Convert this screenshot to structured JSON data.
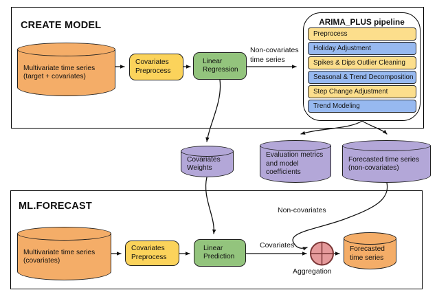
{
  "colors": {
    "section_border": "#000000",
    "node_border": "#1f1f1f",
    "orange": "#F4AD68",
    "yellow": "#FBD35B",
    "green": "#93C47D",
    "purple": "#B3A7D8",
    "pipeline_yellow": "#FCDE8C",
    "pipeline_blue": "#97B9F0",
    "aggregation_fill": "#E59A9B",
    "aggregation_border": "#7A3535",
    "arrow": "#111111"
  },
  "create_model": {
    "title": "CREATE MODEL",
    "input_cylinder": "Multivariate time series\n(target + covariates)",
    "covariates_preprocess": "Covariates\nPreprocess",
    "linear_regression": "Linear\nRegression",
    "noncovariates_arrow_label": "Non-covariates\ntime series",
    "pipeline": {
      "title": "ARIMA_PLUS pipeline",
      "steps": [
        {
          "label": "Preprocess",
          "color": "yellow"
        },
        {
          "label": "Holiday Adjustment",
          "color": "blue"
        },
        {
          "label": "Spikes & Dips Outlier Cleaning",
          "color": "yellow"
        },
        {
          "label": "Seasonal & Trend Decomposition",
          "color": "blue"
        },
        {
          "label": "Step Change Adjustment",
          "color": "yellow"
        },
        {
          "label": "Trend Modeling",
          "color": "blue"
        }
      ]
    }
  },
  "artifacts": {
    "covariates_weights": "Covariates\nWeights",
    "evaluation_metrics": "Evaluation metrics\nand model\ncoefficients",
    "forecasted_noncovariates": "Forecasted time series\n(non-covariates)"
  },
  "ml_forecast": {
    "title": "ML.FORECAST",
    "input_cylinder": "Multivariate time series\n(covariates)",
    "covariates_preprocess": "Covariates\nPreprocess",
    "linear_prediction": "Linear\nPrediction",
    "covariates_arrow_label": "Covariates",
    "noncovariates_arrow_label": "Non-covariates",
    "aggregation_label": "Aggregation",
    "output_cylinder": "Forecasted\ntime series"
  }
}
